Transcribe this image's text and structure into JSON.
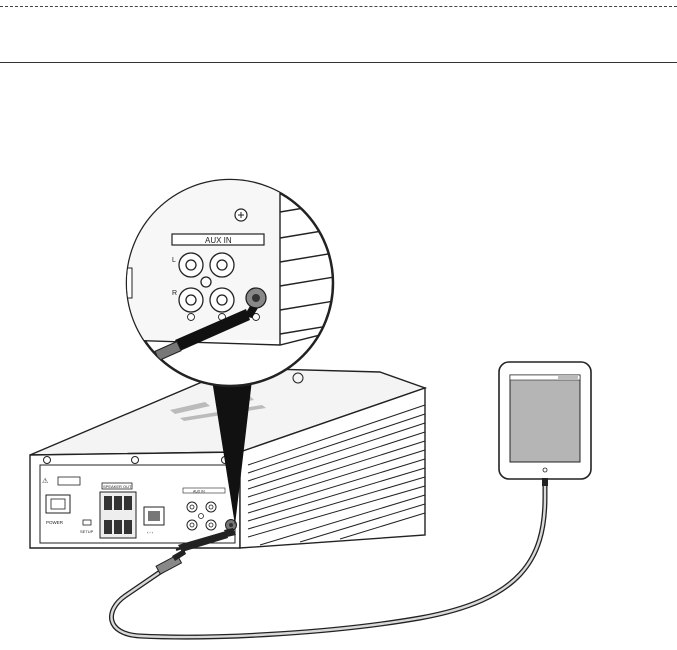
{
  "zoom_panel": {
    "section_label": "AUX IN",
    "channel_left": "L",
    "channel_right": "R"
  },
  "back_panel": {
    "power_label": "POWER",
    "speaker_out_label": "SPEAKER OUT",
    "setup_label": "SETUP",
    "aux_label": "AUX IN"
  },
  "colors": {
    "line": "#222222",
    "body_fill": "#ffffff",
    "shade": "#d9d9d9",
    "screen": "#b5b5b5",
    "arrow": "#111111"
  }
}
